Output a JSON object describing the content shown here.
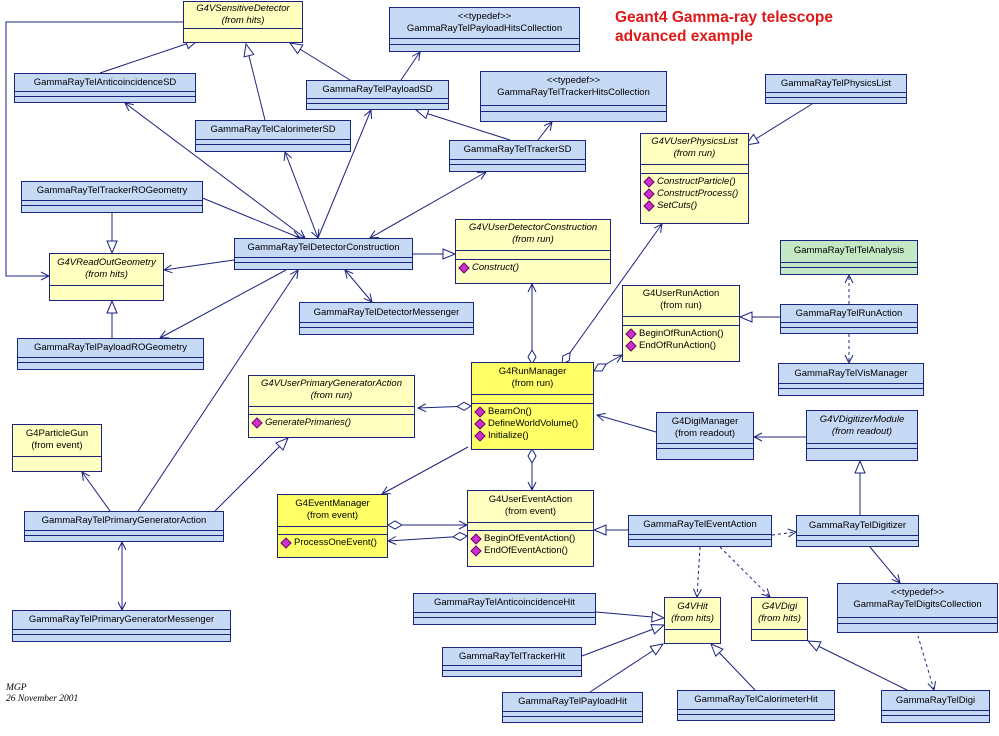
{
  "title": {
    "line1": "Geant4 Gamma-ray telescope",
    "line2": "advanced  example"
  },
  "author": {
    "name": "MGP",
    "date": "26 November 2001"
  },
  "colors": {
    "line": "#1a237e",
    "class_fill": "#c6d9f5",
    "abstract_fill": "#ffffc0",
    "kernel_fill": "#ffff66",
    "analysis_fill": "#c4e7c4",
    "title": "#e01818"
  },
  "classes": {
    "sensitive_detector": {
      "name": "G4VSensitiveDetector",
      "pkg": "(from hits)"
    },
    "payload_hits_collection": {
      "stereotype": "<<typedef>>",
      "name": "GammaRayTelPayloadHitsCollection"
    },
    "anticoincidence_sd": {
      "name": "GammaRayTelAnticoincidenceSD"
    },
    "payload_sd": {
      "name": "GammaRayTelPayloadSD"
    },
    "tracker_hits_collection": {
      "stereotype": "<<typedef>>",
      "name": "GammaRayTelTrackerHitsCollection"
    },
    "physics_list": {
      "name": "GammaRayTelPhysicsList"
    },
    "calorimeter_sd": {
      "name": "GammaRayTelCalorimeterSD"
    },
    "tracker_sd": {
      "name": "GammaRayTelTrackerSD"
    },
    "user_physics_list": {
      "name": "G4VUserPhysicsList",
      "pkg": "(from run)",
      "ops": [
        "ConstructParticle()",
        "ConstructProcess()",
        "SetCuts()"
      ]
    },
    "tracker_ro_geometry": {
      "name": "GammaRayTelTrackerROGeometry"
    },
    "user_detector_construction": {
      "name": "G4VUserDetectorConstruction",
      "pkg": "(from run)",
      "ops": [
        "Construct()"
      ]
    },
    "detector_construction": {
      "name": "GammaRayTelDetectorConstruction"
    },
    "readout_geometry": {
      "name": "G4VReadOutGeometry",
      "pkg": "(from hits)"
    },
    "tel_analysis": {
      "name": "GammaRayTelTelAnalysis"
    },
    "detector_messenger": {
      "name": "GammaRayTelDetectorMessenger"
    },
    "user_run_action": {
      "name": "G4UserRunAction",
      "pkg": "(from run)",
      "ops": [
        "BeginOfRunAction()",
        "EndOfRunAction()"
      ]
    },
    "run_action": {
      "name": "GammaRayTelRunAction"
    },
    "payload_ro_geometry": {
      "name": "GammaRayTelPayloadROGeometry"
    },
    "run_manager": {
      "name": "G4RunManager",
      "pkg": "(from run)",
      "ops": [
        "BeamOn()",
        "DefineWorldVolume()",
        "Initialize()"
      ]
    },
    "vis_manager": {
      "name": "GammaRayTelVisManager"
    },
    "user_primary_generator_action": {
      "name": "G4VUserPrimaryGeneratorAction",
      "pkg": "(from run)",
      "ops": [
        "GeneratePrimaries()"
      ]
    },
    "digi_manager": {
      "name": "G4DigiManager",
      "pkg": "(from readout)"
    },
    "digitizer_module": {
      "name": "G4VDigitizerModule",
      "pkg": "(from readout)"
    },
    "particle_gun": {
      "name": "G4ParticleGun",
      "pkg": "(from event)"
    },
    "event_manager": {
      "name": "G4EventManager",
      "pkg": "(from event)",
      "ops": [
        "ProcessOneEvent()"
      ]
    },
    "user_event_action": {
      "name": "G4UserEventAction",
      "pkg": "(from event)",
      "ops": [
        "BeginOfEventAction()",
        "EndOfEventAction()"
      ]
    },
    "primary_generator_action": {
      "name": "GammaRayTelPrimaryGeneratorAction"
    },
    "event_action": {
      "name": "GammaRayTelEventAction"
    },
    "digitizer": {
      "name": "GammaRayTelDigitizer"
    },
    "digits_collection": {
      "stereotype": "<<typedef>>",
      "name": "GammaRayTelDigitsCollection"
    },
    "anticoincidence_hit": {
      "name": "GammaRayTelAnticoincidenceHit"
    },
    "v_hit": {
      "name": "G4VHit",
      "pkg": "(from hits)"
    },
    "v_digi": {
      "name": "G4VDigi",
      "pkg": "(from hits)"
    },
    "primary_generator_messenger": {
      "name": "GammaRayTelPrimaryGeneratorMessenger"
    },
    "tracker_hit": {
      "name": "GammaRayTelTrackerHit"
    },
    "payload_hit": {
      "name": "GammaRayTelPayloadHit"
    },
    "calorimeter_hit": {
      "name": "GammaRayTelCalorimeterHit"
    },
    "digi": {
      "name": "GammaRayTelDigi"
    }
  }
}
